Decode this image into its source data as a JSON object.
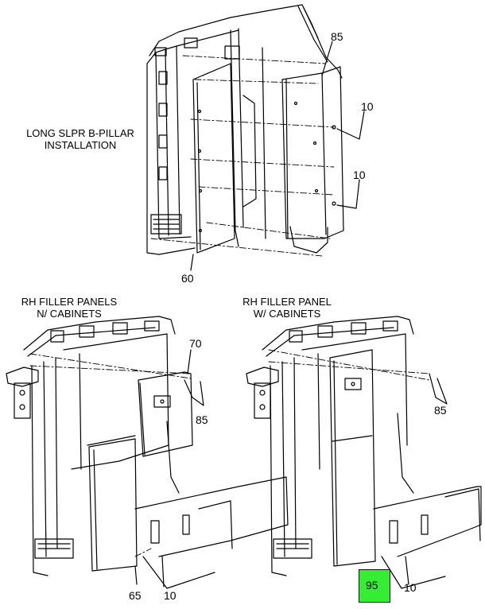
{
  "captions": {
    "top": [
      "LONG SLPR B-PILLAR",
      "INSTALLATION"
    ],
    "left": [
      "RH FILLER PANELS",
      "N/ CABINETS"
    ],
    "right": [
      "RH FILLER PANEL",
      "W/ CABINETS"
    ]
  },
  "callouts": {
    "top_85": "85",
    "top_10a": "10",
    "top_10b": "10",
    "top_60": "60",
    "left_70": "70",
    "left_85": "85",
    "left_65": "65",
    "left_10": "10",
    "right_85": "85",
    "right_95": "95",
    "right_10": "10"
  },
  "highlight": {
    "callout": "95",
    "color": "#33ee33"
  }
}
